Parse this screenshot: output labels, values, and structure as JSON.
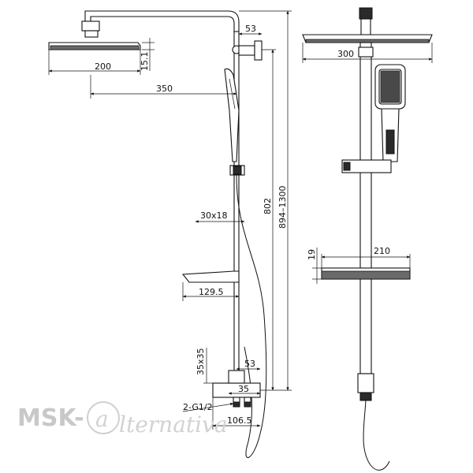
{
  "dimensions": {
    "side_view": {
      "arm_offset": "53",
      "head_width": "200",
      "head_thickness": "15.1",
      "arm_reach": "350",
      "overall_height": "894–1300",
      "rail_to_shelf": "802",
      "holder": "30x18",
      "shelf_depth": "129.5",
      "mixer_size": "35x35",
      "mixer_offset": "53",
      "mixer_body": "35",
      "connection": "2-G1/2",
      "mixer_width": "106.5"
    },
    "front_view": {
      "head_width": "300",
      "shelf_height": "19",
      "shelf_width": "210"
    }
  },
  "watermark": {
    "brand": "MSK-",
    "script": "lternativa"
  },
  "colors": {
    "line": "#111111",
    "watermark": "#c8c8c8",
    "shower_head_face": "#6a6a6a"
  }
}
